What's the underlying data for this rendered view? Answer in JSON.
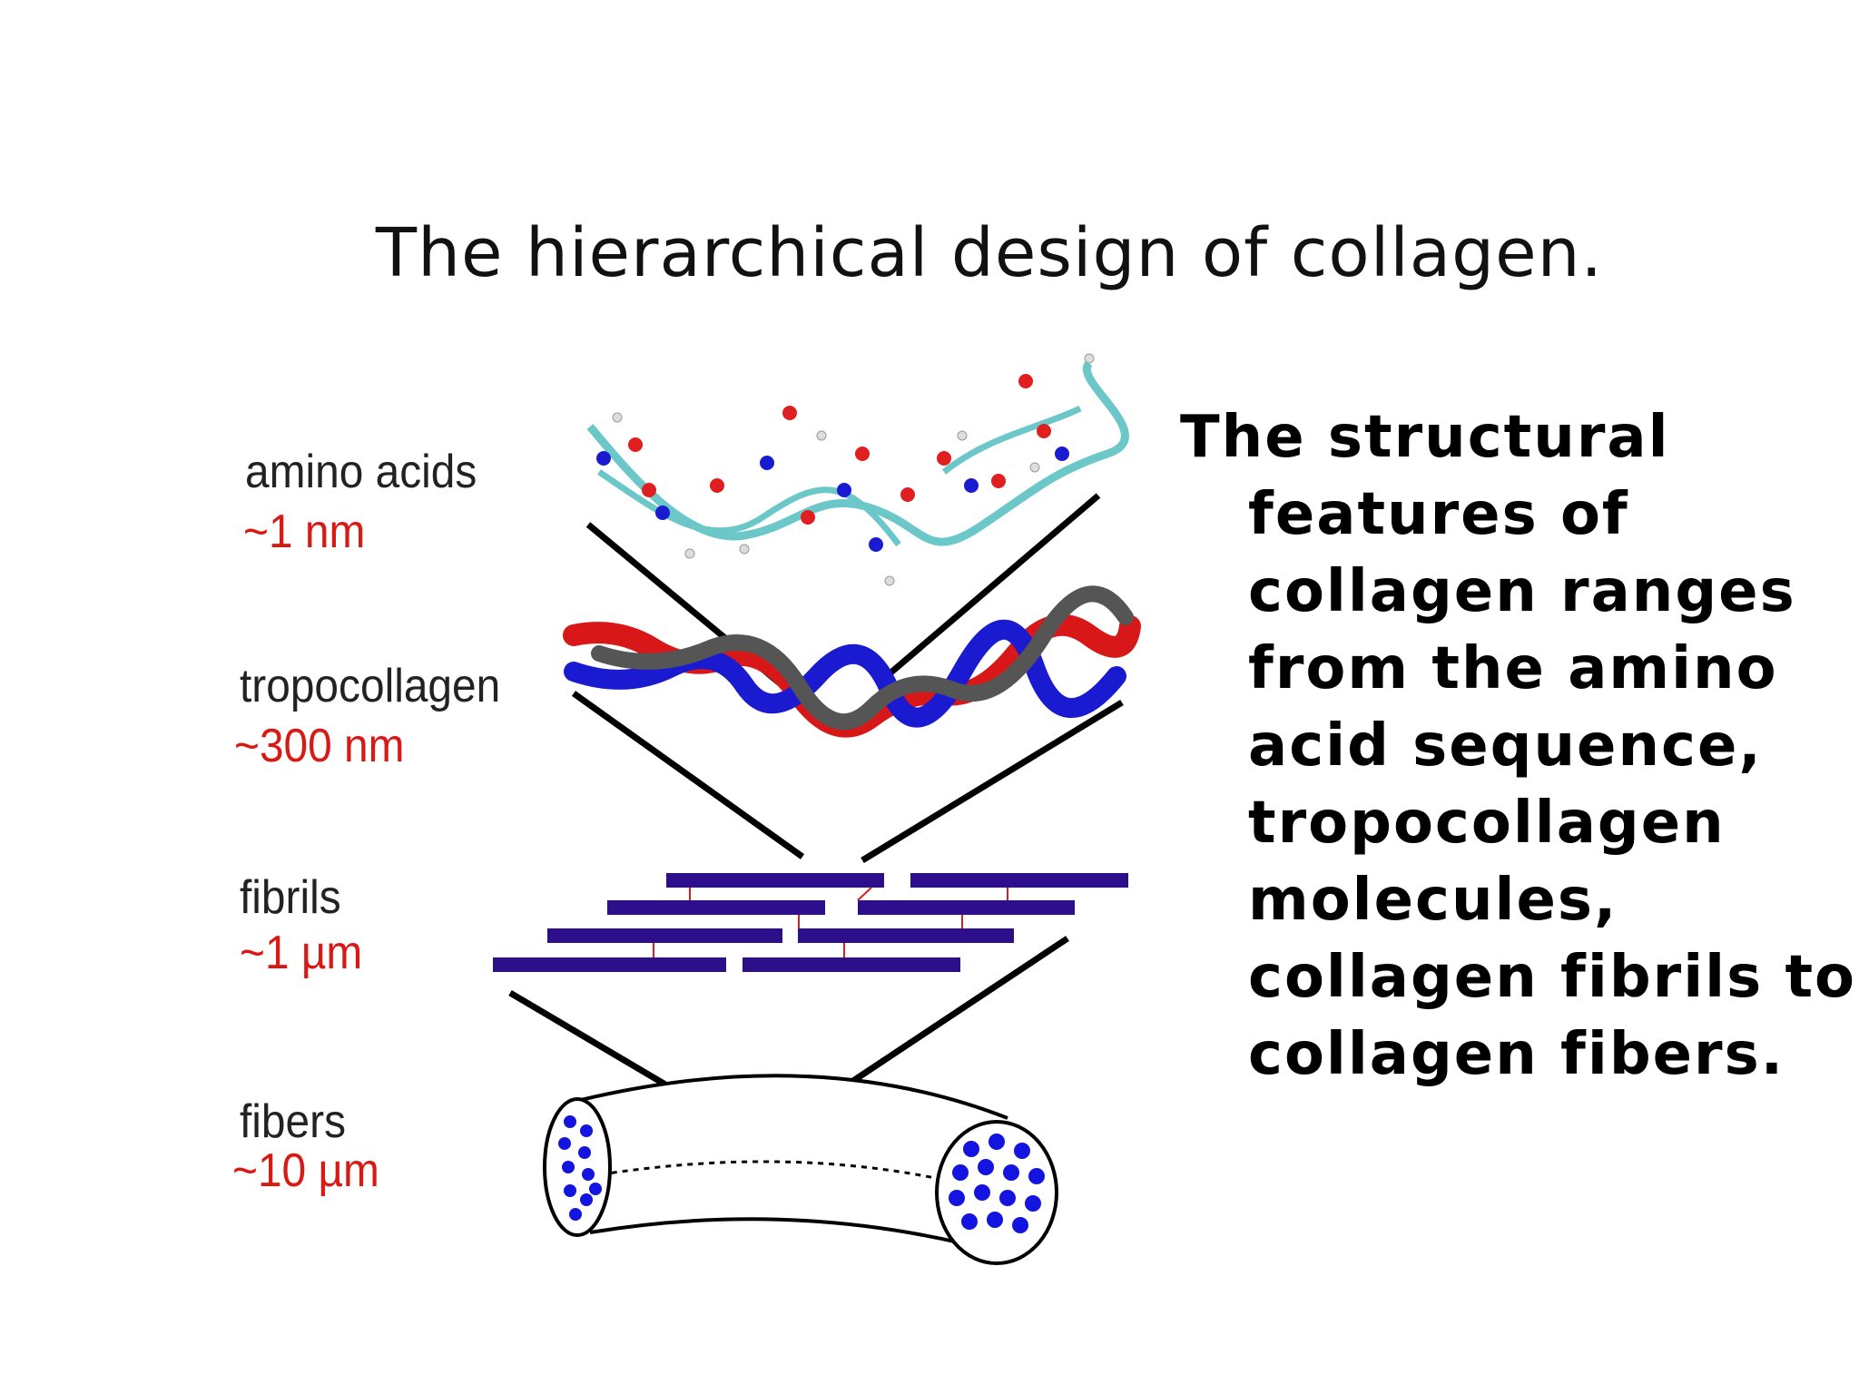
{
  "title": "The hierarchical design of collagen.",
  "levels": [
    {
      "name": "amino acids",
      "size": "~1 nm"
    },
    {
      "name": "tropocollagen",
      "size": "~300 nm"
    },
    {
      "name": "fibrils",
      "size": "~1 µm"
    },
    {
      "name": "fibers",
      "size": "~10 µm"
    }
  ],
  "description": "The structural features of collagen ranges from the amino acid sequence, tropocollagen molecules, collagen fibrils to collagen fibers.",
  "colors": {
    "size_label": "#d91a14",
    "fibril_bar": "#2d0f8c",
    "crosslink": "#d42020",
    "fiber_dot": "#1414e0",
    "helix_red": "#d81818",
    "helix_blue": "#1a1ad0",
    "helix_gray": "#555555"
  }
}
